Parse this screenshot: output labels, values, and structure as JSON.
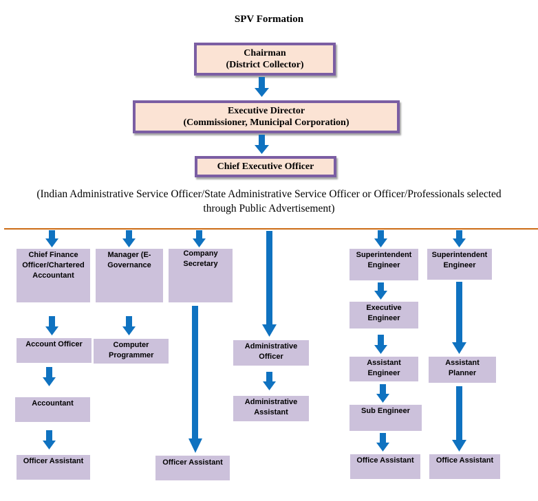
{
  "title": "SPV Formation",
  "top": {
    "chairman": [
      "Chairman",
      "(District Collector)"
    ],
    "executive_director": [
      "Executive Director",
      "(Commissioner, Municipal Corporation)"
    ],
    "ceo": [
      "Chief Executive Officer"
    ]
  },
  "note": [
    "(Indian Administrative Service Officer/State Administrative Service Officer or Officer/Professionals selected",
    "through Public Advertisement)"
  ],
  "columns": {
    "finance": [
      "Chief Finance Officer/Chartered Accountant",
      "Account Officer",
      "Accountant",
      "Officer Assistant"
    ],
    "egov": [
      "Manager (E-Governance",
      "Computer Programmer"
    ],
    "secretary": [
      "Company Secretary",
      "Officer Assistant"
    ],
    "admin": [
      "Administrative Officer",
      "Administrative Assistant"
    ],
    "engineering": [
      "Superintendent Engineer",
      "Executive Engineer",
      "Assistant Engineer",
      "Sub Engineer",
      "Office Assistant"
    ],
    "planning": [
      "Superintendent Engineer",
      "Assistant Planner",
      "Office Assistant"
    ]
  },
  "colors": {
    "box_fill": "#ccc1db",
    "top_fill": "#fbe3d4",
    "top_border": "#7b5ea3",
    "arrow": "#0f72c0",
    "divider": "#cc6b14"
  }
}
